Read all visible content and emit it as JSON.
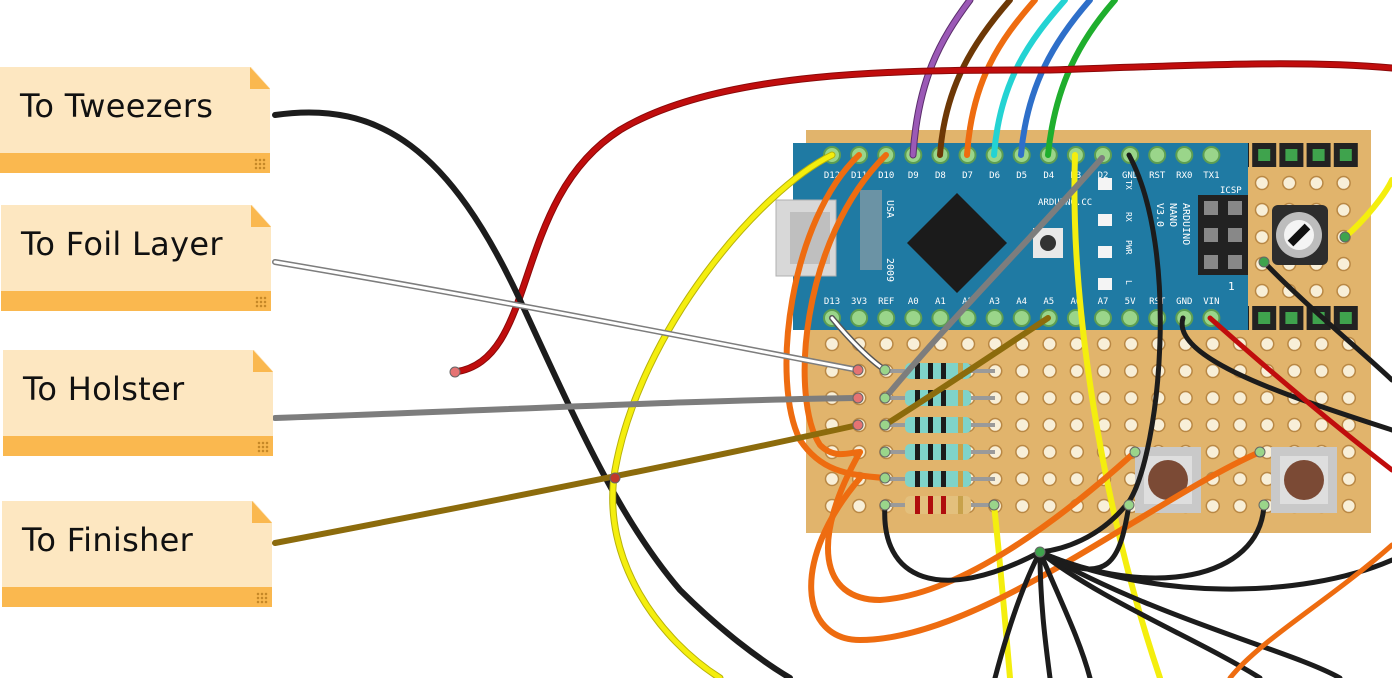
{
  "labels": {
    "tweezers": "To Tweezers",
    "foil": "To Foil Layer",
    "holster": "To Holster",
    "finisher": "To Finisher"
  },
  "arduino": {
    "top_pins": [
      "D12",
      "D11",
      "D10",
      "D9",
      "D8",
      "D7",
      "D6",
      "D5",
      "D4",
      "D3",
      "D2",
      "GND",
      "RST",
      "RX0",
      "TX1"
    ],
    "bottom_pins": [
      "D13",
      "3V3",
      "REF",
      "A0",
      "A1",
      "A2",
      "A3",
      "A4",
      "A5",
      "A6",
      "A7",
      "5V",
      "RST",
      "GND",
      "VIN"
    ],
    "usa": "USA",
    "year": "2009",
    "brand": "ARDUINO.CC",
    "name": "ARDUINO",
    "model": "NANO",
    "version": "V3.0",
    "tx": "TX",
    "rx": "RX",
    "pwr": "PWR",
    "l": "L",
    "icsp": "ICSP",
    "icsp_one": "1"
  },
  "colors": {
    "perfboard": "#e1b46c",
    "arduino": "#1f7aa3",
    "wire_black": "#1c1c1c",
    "wire_red": "#c00d0d",
    "wire_yellow": "#f4ee0e",
    "wire_orange": "#ee6c10",
    "wire_brown": "#8c6b0c",
    "wire_gray": "#7d7d7d",
    "note_body": "#fde7c1",
    "note_band": "#fab84f"
  }
}
